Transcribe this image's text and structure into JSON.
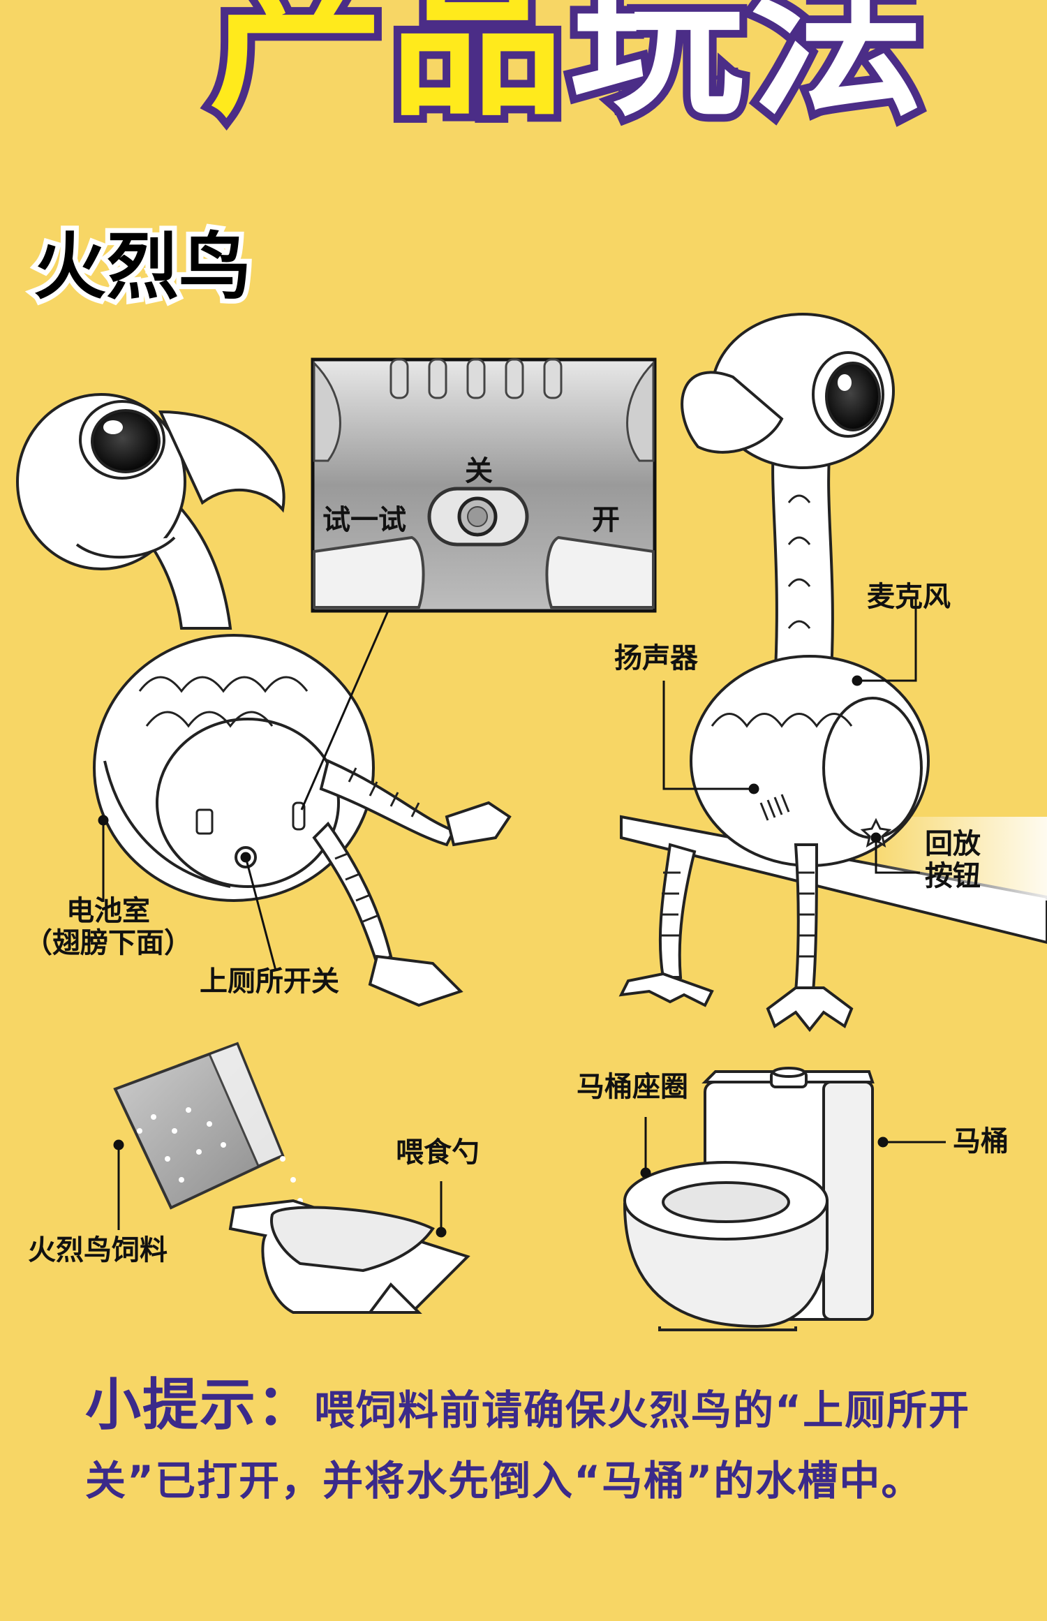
{
  "title": {
    "part1": "产品",
    "part2": "玩法"
  },
  "section_title": "火烈鸟",
  "zoom_panel": {
    "off": "关",
    "try": "试一试",
    "on": "开"
  },
  "callouts": {
    "battery_line1": "电池室",
    "battery_line2": "（翅膀下面）",
    "potty_switch": "上厕所开关",
    "microphone": "麦克风",
    "speaker": "扬声器",
    "playback_line1": "回放",
    "playback_line2": "按钮",
    "toilet_seat": "马桶座圈",
    "toilet": "马桶",
    "spoon": "喂食勺",
    "feed": "火烈鸟饲料"
  },
  "tip": {
    "label": "小提示：",
    "text": "喂饲料前请确保火烈鸟的“上厕所开关”已打开，并将水先倒入“马桶”的水槽中。"
  },
  "colors": {
    "background": "#F7D665",
    "title_yellow": "#FFEA1C",
    "title_outline": "#4B2D87",
    "tip_text": "#3B2A8A"
  }
}
